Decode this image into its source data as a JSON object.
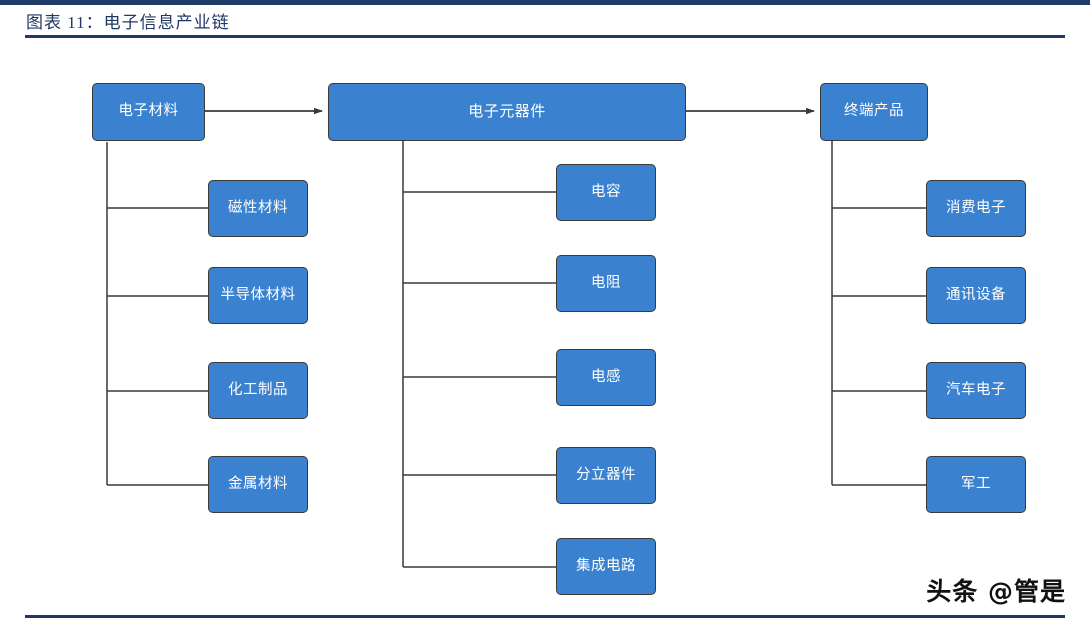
{
  "header": {
    "figure_title": "图表 11：电子信息产业链",
    "rule_color": "#1f3864"
  },
  "theme": {
    "node_fill": "#3a82cf",
    "node_border": "#3a3a3a",
    "node_text": "#ffffff",
    "connector": "#3a3a3a",
    "background": "#ffffff"
  },
  "diagram": {
    "type": "flow-tree",
    "title": "电子信息产业链",
    "stages": [
      {
        "id": "materials",
        "label": "电子材料",
        "children": [
          {
            "label": "磁性材料"
          },
          {
            "label": "半导体材料"
          },
          {
            "label": "化工制品"
          },
          {
            "label": "金属材料"
          }
        ]
      },
      {
        "id": "components",
        "label": "电子元器件",
        "children": [
          {
            "label": "电容"
          },
          {
            "label": "电阻"
          },
          {
            "label": "电感"
          },
          {
            "label": "分立器件"
          },
          {
            "label": "集成电路"
          }
        ]
      },
      {
        "id": "terminal",
        "label": "终端产品",
        "children": [
          {
            "label": "消费电子"
          },
          {
            "label": "通讯设备"
          },
          {
            "label": "汽车电子"
          },
          {
            "label": "军工"
          }
        ]
      }
    ],
    "flow_arrows": [
      {
        "from": "电子材料",
        "to": "电子元器件"
      },
      {
        "from": "电子元器件",
        "to": "终端产品"
      }
    ]
  },
  "watermark": {
    "text": "头条 @管是"
  }
}
